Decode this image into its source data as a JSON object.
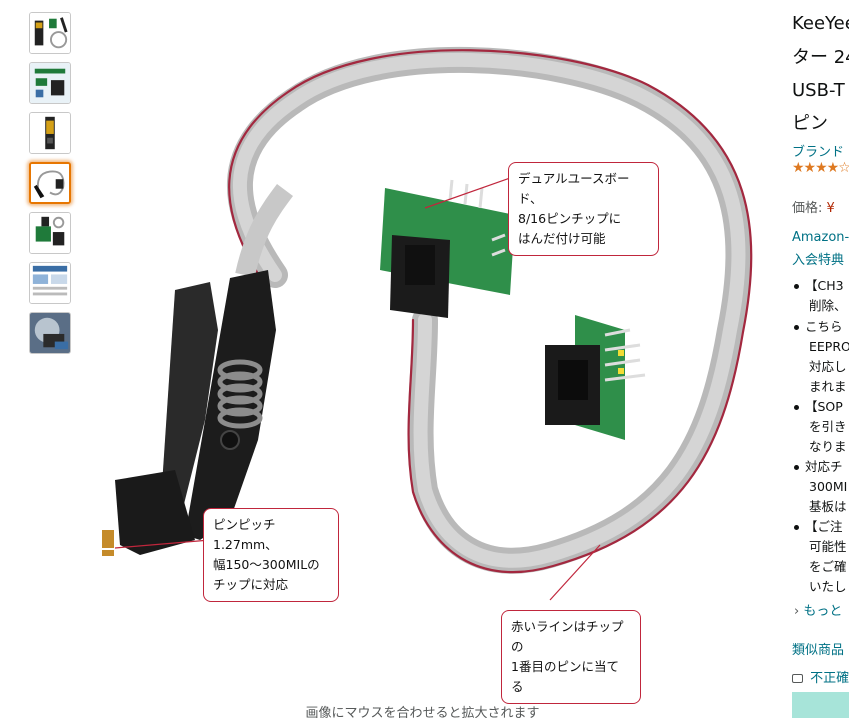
{
  "thumbnails": [
    {
      "id": "thumb-1",
      "selected": false
    },
    {
      "id": "thumb-2",
      "selected": false
    },
    {
      "id": "thumb-3",
      "selected": false
    },
    {
      "id": "thumb-4",
      "selected": true
    },
    {
      "id": "thumb-5",
      "selected": false
    },
    {
      "id": "thumb-6",
      "selected": false
    },
    {
      "id": "thumb-7",
      "selected": false
    }
  ],
  "main_image": {
    "callouts": {
      "board": [
        "デュアルユースボード、",
        "8/16ピンチップに",
        "はんだ付け可能"
      ],
      "clip": [
        "ピンピッチ1.27mm、",
        "幅150～300MILの",
        "チップに対応"
      ],
      "red_line": [
        "赤いラインはチップの",
        "1番目のピンに当てる"
      ]
    },
    "zoom_hint": "画像にマウスを合わせると拡大されます"
  },
  "product": {
    "title_lines": [
      "KeeYee",
      "ター 24",
      "USB-T",
      "ピン"
    ],
    "brand": "ブランド",
    "stars": "★★★★☆",
    "price_label": "価格:",
    "price_symbol": "¥",
    "promo_lines": [
      "Amazon-",
      "入会特典"
    ],
    "bullets": [
      "【CH3",
      "削除、",
      "こちら",
      "EEPRO",
      "対応し",
      "まれま",
      "【SOP",
      "を引き",
      "なりま",
      "対応チ",
      "300MI",
      "基板は",
      "【ご注",
      "可能性",
      "をご確",
      "いたし"
    ],
    "more": "もっと",
    "similar": "類似商品",
    "report": "不正確"
  },
  "colors": {
    "accent_orange": "#e77600",
    "link_teal": "#007185",
    "price_red": "#b12704",
    "callout_border": "#c0263c",
    "star_orange": "#de7921"
  }
}
